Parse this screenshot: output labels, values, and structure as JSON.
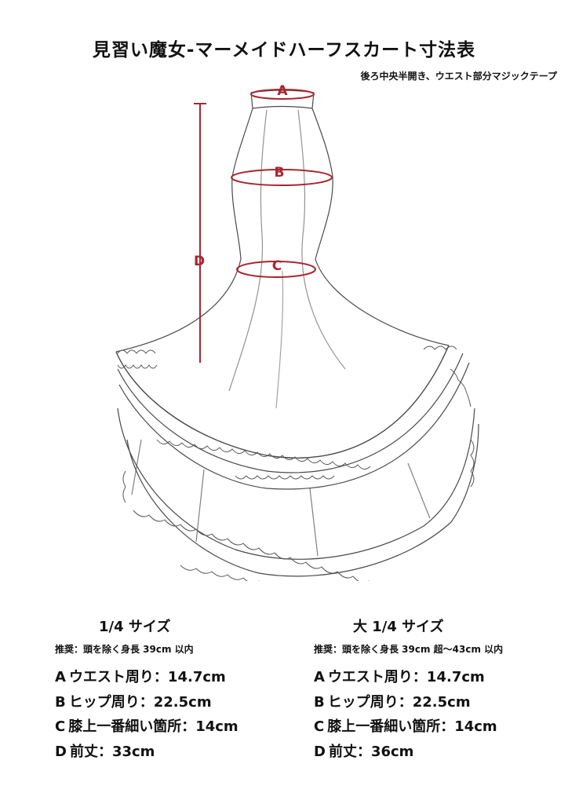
{
  "title": "見習い魔女-マーメイドハーフスカート寸法表",
  "note": "後ろ中央半開き、ウエスト部分マジックテープ",
  "diagram": {
    "labels": {
      "a": "A",
      "b": "B",
      "c": "C",
      "d": "D"
    },
    "accent_color": "#a8262f",
    "line_color": "#4a4a4a"
  },
  "sizes": [
    {
      "name": "1/4 サイズ",
      "recommend": "推奨：頭を除く身長 39cm 以内",
      "measurements": [
        {
          "label": "A",
          "text": "ウエスト周り：14.7cm"
        },
        {
          "label": "B",
          "text": "ヒップ周り：22.5cm"
        },
        {
          "label": "C",
          "text": "膝上一番細い箇所：14cm"
        },
        {
          "label": "D",
          "text": "前丈：33cm"
        }
      ]
    },
    {
      "name": "大 1/4 サイズ",
      "recommend": "推奨：頭を除く身長 39cm 超～43cm 以内",
      "measurements": [
        {
          "label": "A",
          "text": "ウエスト周り：14.7cm"
        },
        {
          "label": "B",
          "text": "ヒップ周り：22.5cm"
        },
        {
          "label": "C",
          "text": "膝上一番細い箇所：14cm"
        },
        {
          "label": "D",
          "text": "前丈：36cm"
        }
      ]
    }
  ]
}
